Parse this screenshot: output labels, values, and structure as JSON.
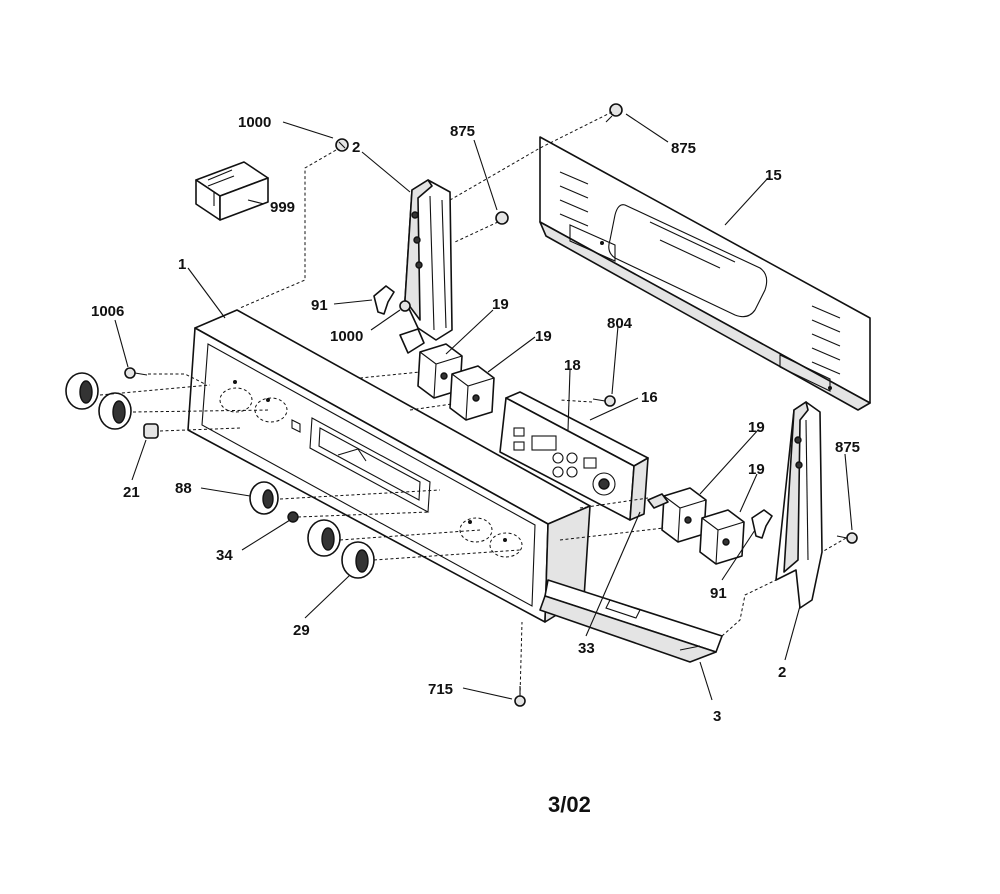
{
  "diagram": {
    "callouts": [
      {
        "id": "c-1000-top",
        "text": "1000"
      },
      {
        "id": "c-999",
        "text": "999"
      },
      {
        "id": "c-2-top",
        "text": "2"
      },
      {
        "id": "c-875-mid",
        "text": "875"
      },
      {
        "id": "c-875-top",
        "text": "875"
      },
      {
        "id": "c-15",
        "text": "15"
      },
      {
        "id": "c-1",
        "text": "1"
      },
      {
        "id": "c-91-left",
        "text": "91"
      },
      {
        "id": "c-1000-mid",
        "text": "1000"
      },
      {
        "id": "c-1006",
        "text": "1006"
      },
      {
        "id": "c-19-a",
        "text": "19"
      },
      {
        "id": "c-19-b",
        "text": "19"
      },
      {
        "id": "c-804",
        "text": "804"
      },
      {
        "id": "c-18",
        "text": "18"
      },
      {
        "id": "c-16",
        "text": "16"
      },
      {
        "id": "c-19-c",
        "text": "19"
      },
      {
        "id": "c-19-d",
        "text": "19"
      },
      {
        "id": "c-875-right",
        "text": "875"
      },
      {
        "id": "c-21",
        "text": "21"
      },
      {
        "id": "c-88",
        "text": "88"
      },
      {
        "id": "c-34",
        "text": "34"
      },
      {
        "id": "c-29",
        "text": "29"
      },
      {
        "id": "c-33",
        "text": "33"
      },
      {
        "id": "c-91-right",
        "text": "91"
      },
      {
        "id": "c-2-bottom",
        "text": "2"
      },
      {
        "id": "c-715",
        "text": "715"
      },
      {
        "id": "c-3",
        "text": "3"
      }
    ],
    "revision_date": "3/02"
  }
}
